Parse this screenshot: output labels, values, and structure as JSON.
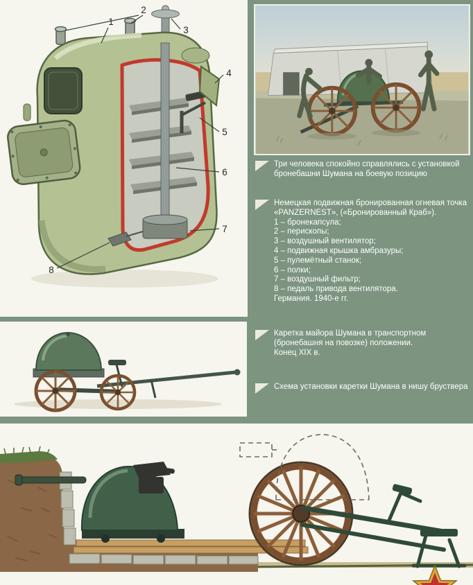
{
  "page": {
    "background_color": "#7c9480",
    "panel_color": "#f6f5ee",
    "caption_text_color": "#ffffff",
    "cut_edge_color": "#c23a2c",
    "capsule_color": "#b4c193",
    "turret_color": "#41604a",
    "wheel_color": "#8a5f3a",
    "marker_color": "#eceade"
  },
  "cutaway": {
    "callouts": [
      "1",
      "2",
      "3",
      "4",
      "5",
      "6",
      "7",
      "8"
    ]
  },
  "captions": {
    "photo": "Три человека спокойно справлялись с установкой бронебашни Шумана на боевую позицию",
    "legend_intro": "Немецкая подвижная бронированная огневая точка «PANZERNEST», («Бронированный Краб»).",
    "legend_items": [
      "1 – бронекапсула;",
      "2 – перископы;",
      "3 – воздушный вентилятор;",
      "4 – подвижная крышка амбразуры;",
      "5 – пулемётный станок;",
      "6 – полки;",
      "7 – воздушный фильтр;",
      "8 – педаль привода вентилятора."
    ],
    "legend_footer": "Германия. 1940-е гг.",
    "carriage_main": "Каретка майора Шумана в транспортном (бронебашня на повозке) положении.",
    "carriage_period": "Конец XIX в.",
    "scheme": "Схема установки каретки Шумана в нишу бруствера"
  }
}
